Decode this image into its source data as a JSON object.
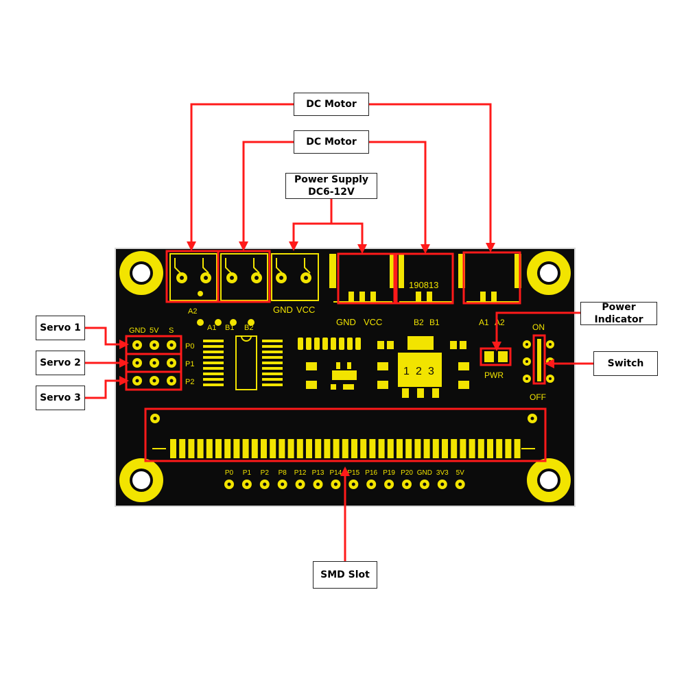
{
  "callouts": {
    "dc_motor_1": "DC Motor",
    "dc_motor_2": "DC Motor",
    "power_supply_line1": "Power Supply",
    "power_supply_line2": "DC6-12V",
    "power_indicator": "Power Indicator",
    "switch": "Switch",
    "servo_1": "Servo 1",
    "servo_2": "Servo 2",
    "servo_3": "Servo 3",
    "smd_slot": "SMD Slot"
  },
  "board": {
    "servo_header": [
      "GND",
      "5V",
      "S"
    ],
    "servo_rows": [
      "P0",
      "P1",
      "P2"
    ],
    "top_left_labels": [
      "A2",
      "A1",
      "B1",
      "B2"
    ],
    "power_terminal_labels": [
      "GND",
      "VCC"
    ],
    "jack_labels": [
      "GND",
      "VCC"
    ],
    "date_code": "190813",
    "b_labels": [
      "B2",
      "B1"
    ],
    "a_labels": [
      "A1",
      "A2"
    ],
    "regulator_pins": [
      "1",
      "2",
      "3"
    ],
    "pwr_label": "PWR",
    "switch_on": "ON",
    "switch_off": "OFF",
    "bottom_pins": [
      "P0",
      "P1",
      "P2",
      "P8",
      "P12",
      "P13",
      "P14",
      "P15",
      "P16",
      "P19",
      "P20",
      "GND",
      "3V3",
      "5V"
    ]
  },
  "colors": {
    "pcb": "#0b0b0b",
    "silk": "#f2e400",
    "highlight": "#ff1a1a",
    "background": "#ffffff"
  }
}
